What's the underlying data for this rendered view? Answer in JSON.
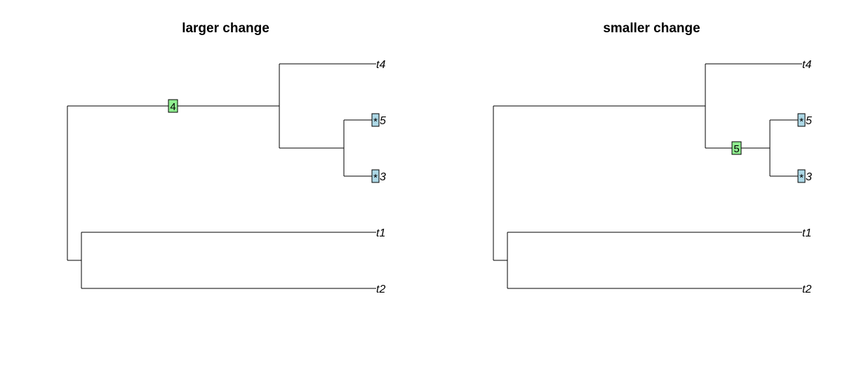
{
  "colors": {
    "node_label_fill": "#90ee90",
    "tip_label_fill": "#add8e6",
    "line": "#000000"
  },
  "panels": [
    {
      "title": "larger change",
      "tips": [
        {
          "label": "t4",
          "kind": "plain"
        },
        {
          "label": "5",
          "kind": "boxed",
          "box_text": "*"
        },
        {
          "label": "3",
          "kind": "boxed",
          "box_text": "*"
        },
        {
          "label": "t1",
          "kind": "plain"
        },
        {
          "label": "t2",
          "kind": "plain"
        }
      ],
      "edge_label": {
        "text": "4",
        "branch": "root-to-clade"
      }
    },
    {
      "title": "smaller change",
      "tips": [
        {
          "label": "t4",
          "kind": "plain"
        },
        {
          "label": "5",
          "kind": "boxed",
          "box_text": "*"
        },
        {
          "label": "3",
          "kind": "boxed",
          "box_text": "*"
        },
        {
          "label": "t1",
          "kind": "plain"
        },
        {
          "label": "t2",
          "kind": "plain"
        }
      ],
      "edge_label": {
        "text": "5",
        "branch": "clade-to-subclade"
      }
    }
  ]
}
